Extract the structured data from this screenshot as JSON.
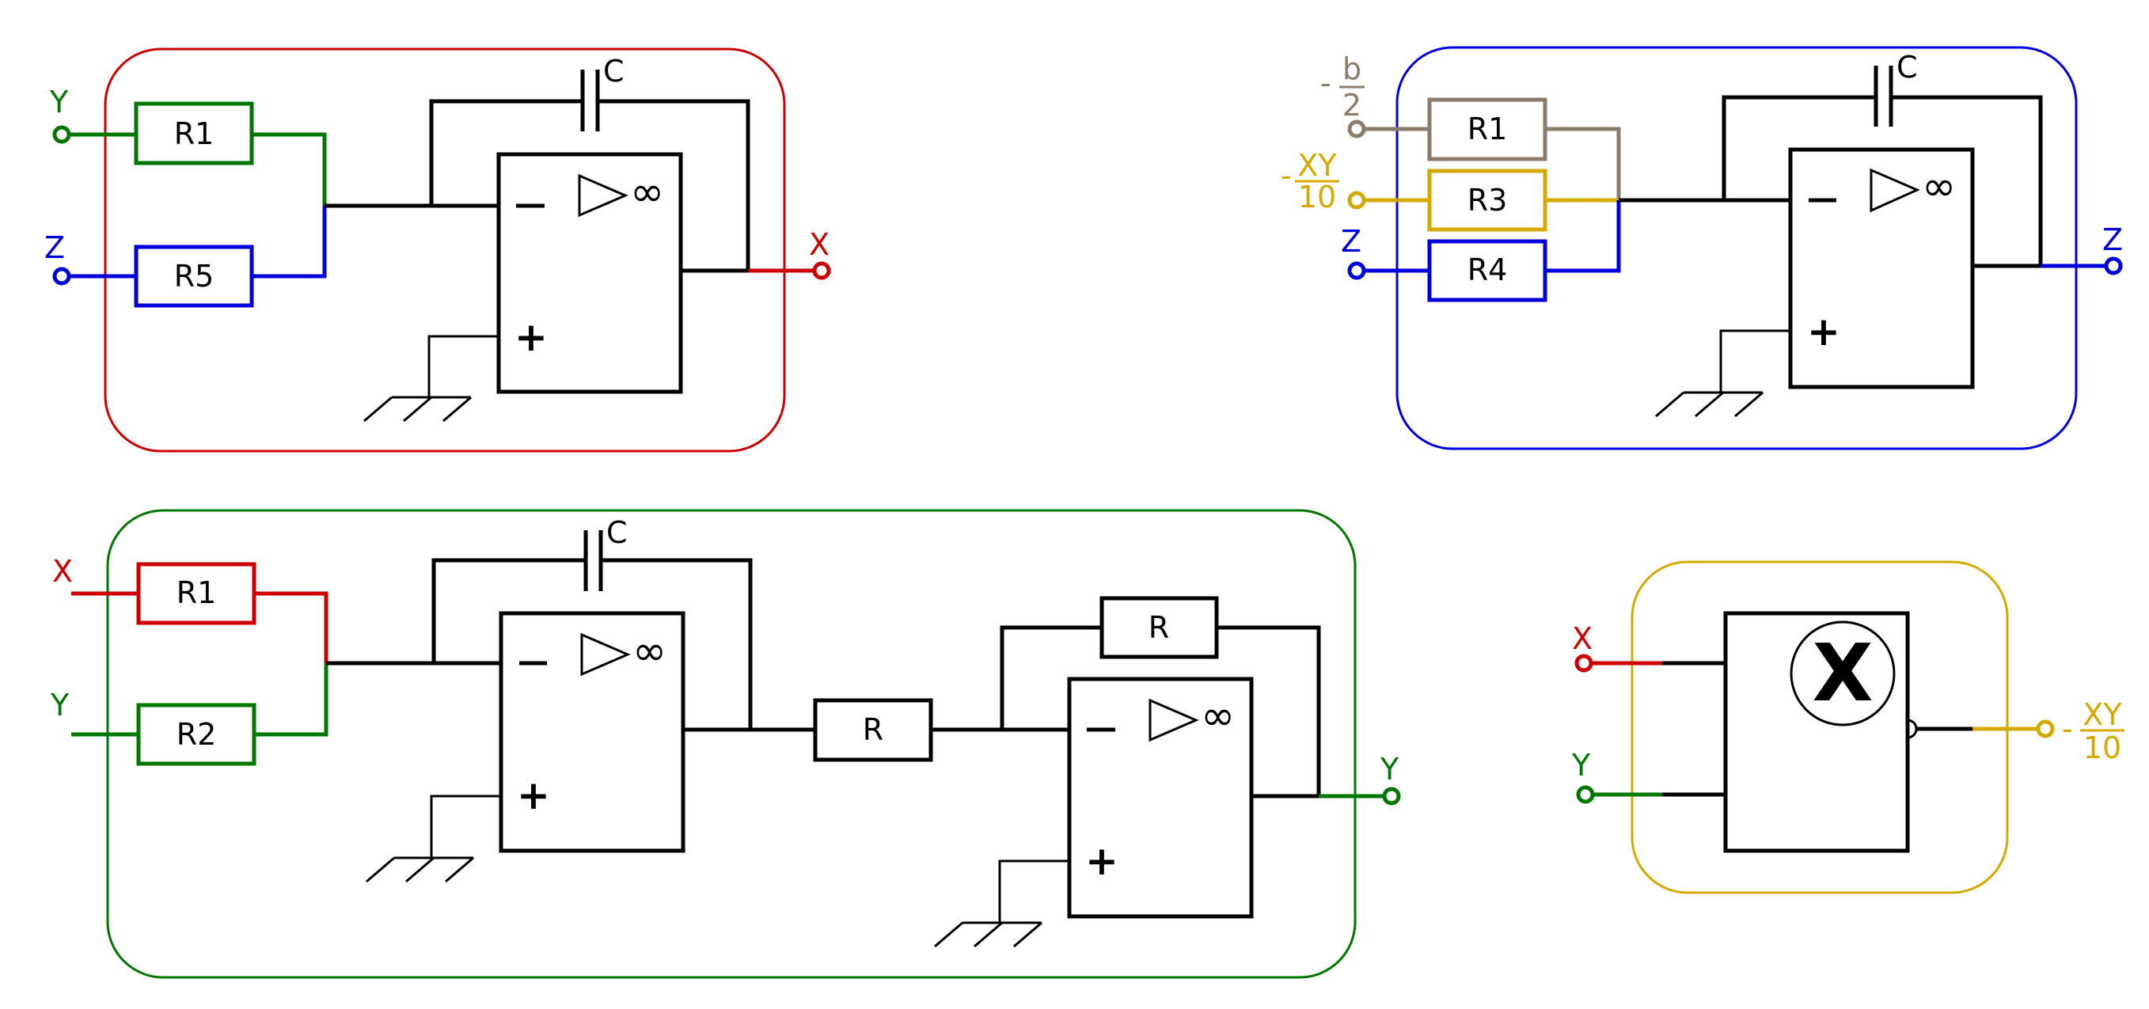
{
  "colors": {
    "wire": "#000000",
    "red": "#cc0000",
    "green": "#007700",
    "blue": "#0000dd",
    "gold": "#d4a900",
    "taupe": "#8b7b6b"
  },
  "icons": {
    "opamp_symbol": "triangle-infinity-icon",
    "ground": "ground-icon",
    "multiplier": "multiply-x-icon",
    "capacitor": "capacitor-icon",
    "terminal": "circle-terminal-icon"
  },
  "block_x": {
    "inputs": {
      "y": "Y",
      "z": "Z"
    },
    "resistors": {
      "r1": "R1",
      "r5": "R5"
    },
    "capacitor": "C",
    "minus": "−",
    "plus": "+",
    "infinity": "∞",
    "output": "X"
  },
  "block_z": {
    "inputs": {
      "b_num": "b",
      "b_den": "2",
      "b_sign": "-",
      "xy_num": "XY",
      "xy_den": "10",
      "xy_sign": "-",
      "z": "Z"
    },
    "resistors": {
      "r1": "R1",
      "r3": "R3",
      "r4": "R4"
    },
    "capacitor": "C",
    "minus": "−",
    "plus": "+",
    "infinity": "∞",
    "output": "Z"
  },
  "block_y": {
    "inputs": {
      "x": "X",
      "y": "Y"
    },
    "resistors": {
      "r1": "R1",
      "r2": "R2",
      "r_series": "R",
      "r_feedback": "R"
    },
    "capacitor": "C",
    "minus1": "−",
    "plus1": "+",
    "infinity1": "∞",
    "minus2": "−",
    "plus2": "+",
    "infinity2": "∞",
    "output": "Y"
  },
  "block_mult": {
    "inputs": {
      "x": "X",
      "y": "Y"
    },
    "symbol": "X",
    "output_sign": "-",
    "output_num": "XY",
    "output_den": "10"
  }
}
